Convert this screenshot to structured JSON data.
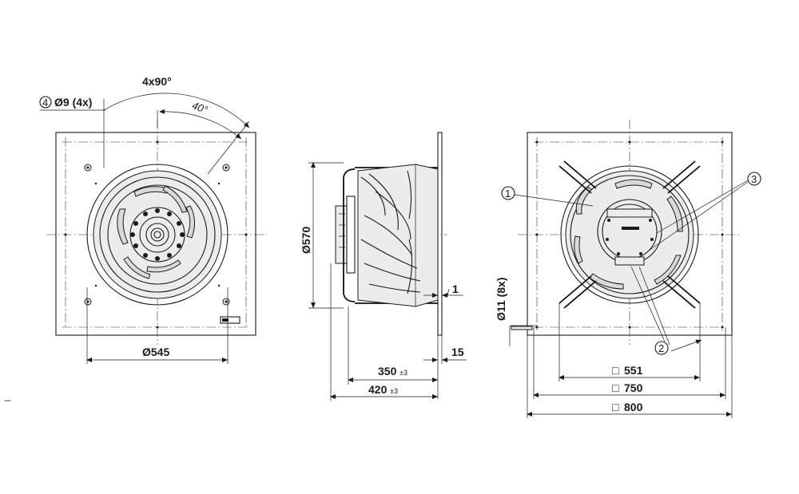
{
  "front_view": {
    "angle_pattern": "4x90°",
    "angle_offset": "40°",
    "callout_number": "4",
    "hole_label": "Ø9 (4x)",
    "diameter_label": "Ø545"
  },
  "side_view": {
    "diameter_label": "Ø570",
    "gap_label": "1",
    "depth_short": "350",
    "depth_short_tol": "±3",
    "depth_long": "420",
    "depth_long_tol": "±3",
    "plate_thickness": "15"
  },
  "rear_view": {
    "callout_1": "1",
    "callout_2": "2",
    "callout_3": "3",
    "hole_label": "Ø11 (8x)",
    "dim_551": "551",
    "dim_750": "750",
    "dim_800": "800",
    "square_symbol": "□"
  },
  "page_mark": "_"
}
